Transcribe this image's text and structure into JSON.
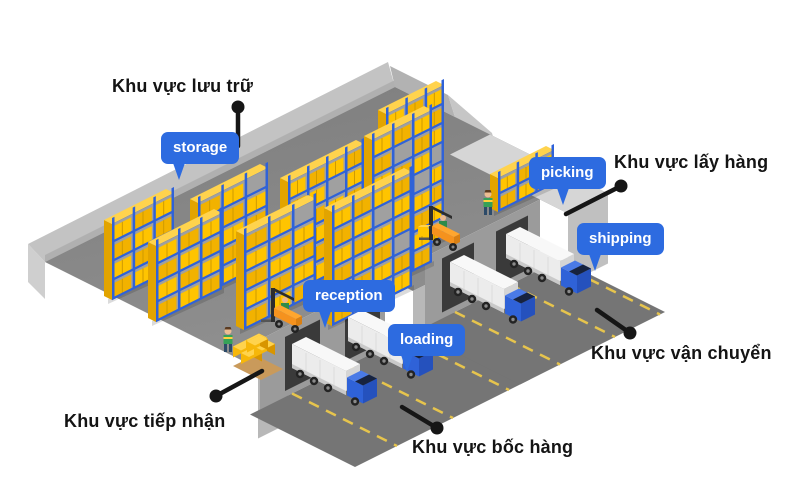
{
  "figure": {
    "background": "#ffffff",
    "zones": {
      "storage": {
        "tag": "storage",
        "label": "Khu vực lưu trữ"
      },
      "picking": {
        "tag": "picking",
        "label": "Khu vực lấy hàng"
      },
      "shipping": {
        "tag": "shipping",
        "label": "Khu vực vận chuyển"
      },
      "reception": {
        "tag": "reception",
        "label": "Khu vực tiếp nhận"
      },
      "loading": {
        "tag": "loading",
        "label": "Khu vực bốc hàng"
      }
    },
    "colors": {
      "tag_blue": "#2d6be0",
      "label_black": "#141414",
      "wall": "#c3c3c3",
      "wall_back": "#b2b2b2",
      "floor": "#878787",
      "dock_wall": "#9b9b9b",
      "dock_door": "#3a3a3a",
      "road": "#757575",
      "lane_yellow": "#e6c44d",
      "box_yellow": "#ffc400",
      "box_light": "#ffd34d",
      "box_dark": "#e2a400",
      "rack_blue": "#2f62d8",
      "forklift_orange": "#f5921e",
      "truck_blue": "#2f62d8",
      "trailer_white": "#ececec"
    }
  }
}
